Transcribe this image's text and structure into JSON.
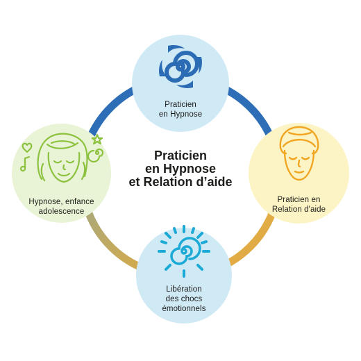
{
  "center": {
    "lines": [
      "Praticien",
      "en Hypnose",
      "et Relation d’aide"
    ]
  },
  "nodes": {
    "top": {
      "lines": [
        "Praticien",
        "en Hypnose"
      ],
      "icon": "spiral-icon",
      "color": "#cfe9f5",
      "icon_color": "#2b6cb5"
    },
    "right": {
      "lines": [
        "Praticien en",
        "Relation d'aide"
      ],
      "icon": "face-towel-icon",
      "color": "#fdf4c6",
      "icon_color": "#f0a623"
    },
    "bottom": {
      "lines": [
        "Libération",
        "des chocs",
        "émotionnels"
      ],
      "icon": "sun-spiral-icon",
      "color": "#cfe9f5",
      "icon_color": "#1ba9d6"
    },
    "left": {
      "lines": [
        "Hypnose, enfance",
        "adolescence"
      ],
      "icon": "girl-face-icon",
      "color": "#e9f3d5",
      "icon_color": "#8cc23f"
    }
  },
  "ring": {
    "top_arc_color": "#2d6eb6",
    "bottom_left_color": "#b6a36f",
    "bottom_right_color": "#f0ae3a"
  }
}
